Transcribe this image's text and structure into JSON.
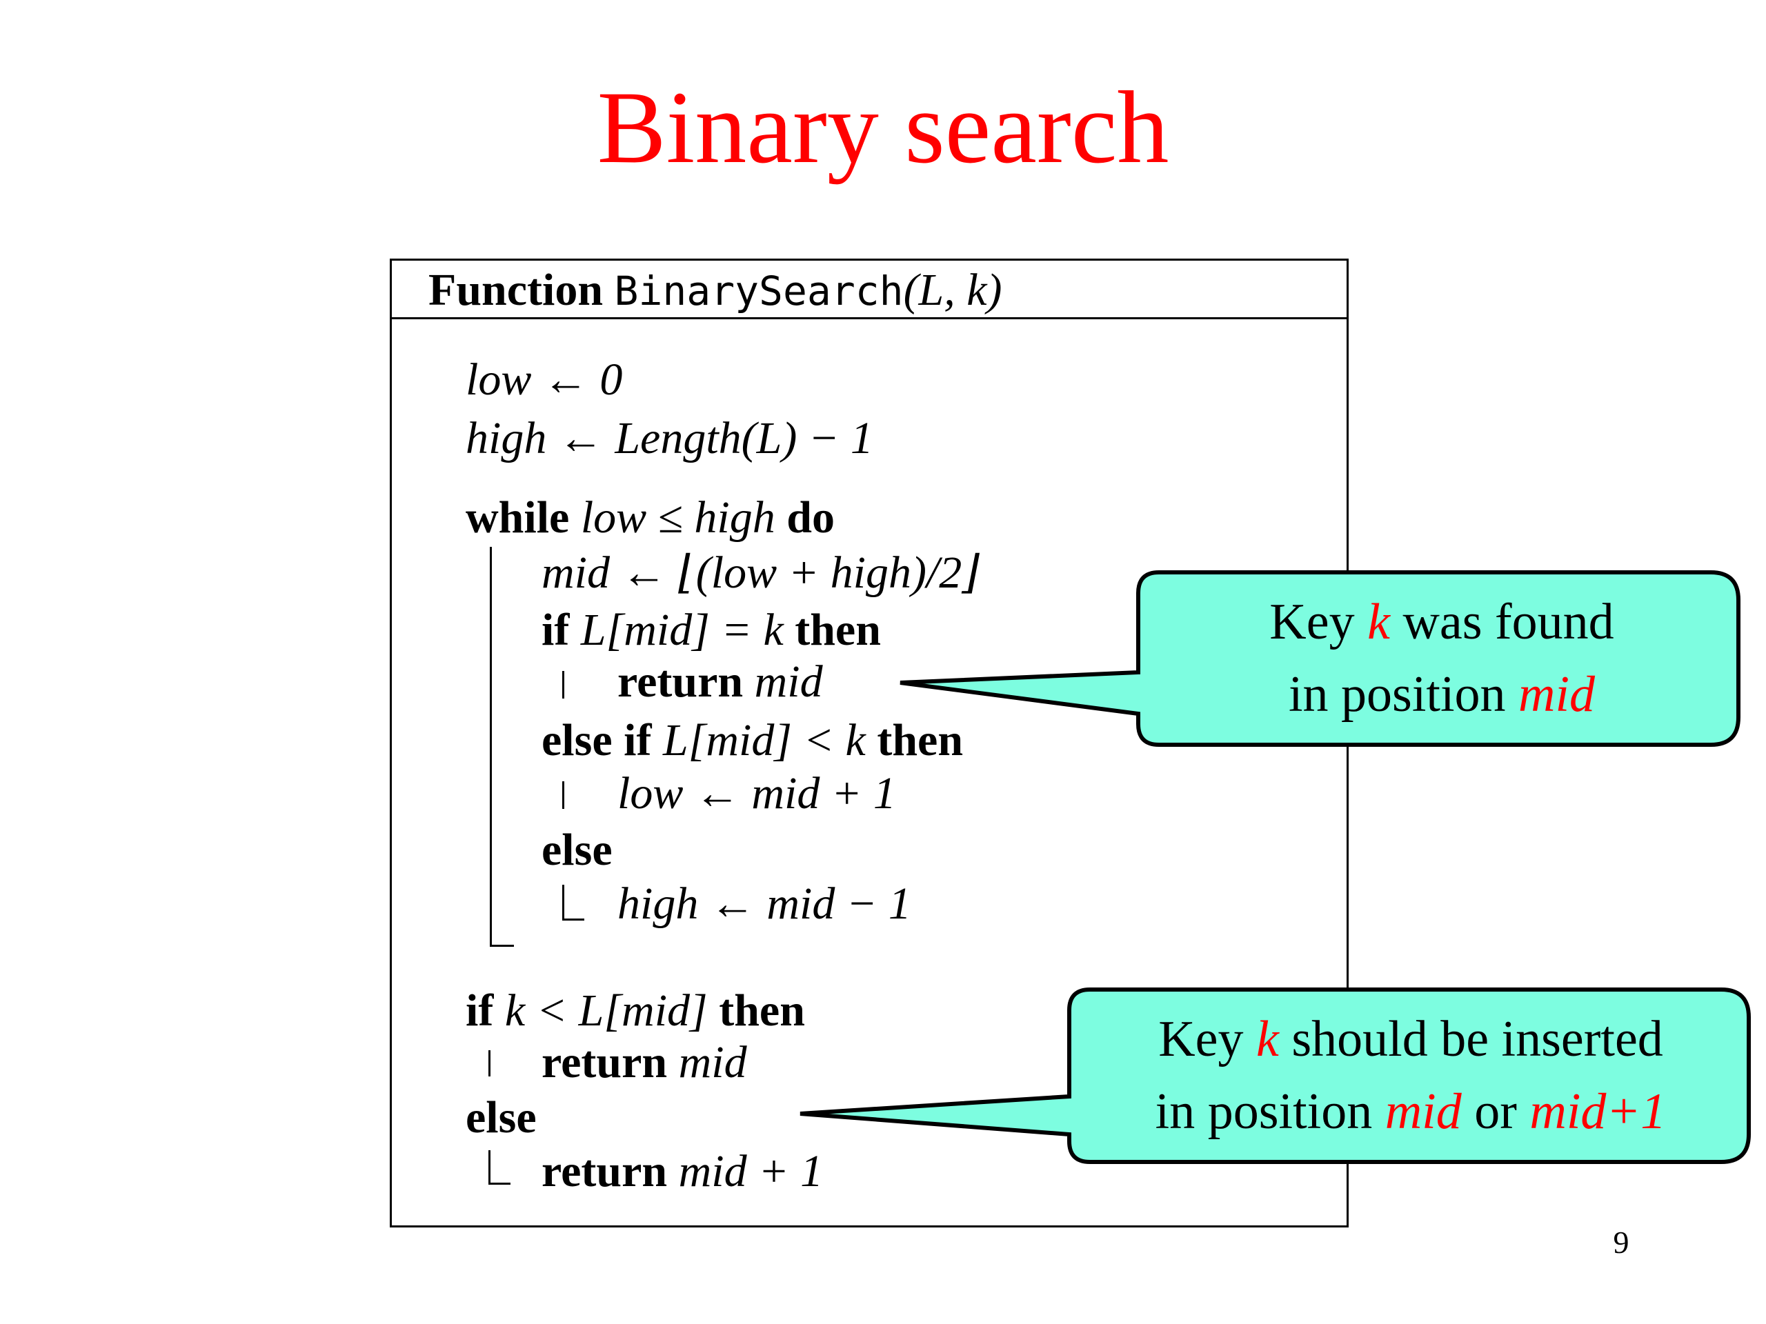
{
  "title": "Binary search",
  "algorithm": {
    "keyword_function": "Function",
    "function_name": "BinarySearch",
    "params": "(L, k)",
    "lines": [
      {
        "kw": "",
        "text": "low ← 0"
      },
      {
        "kw": "",
        "text": "high ← Length(L) − 1"
      },
      {
        "kw": "while",
        "text": "low ≤ high",
        "kw2": "do"
      },
      {
        "kw": "",
        "text": "mid ← ⌊(low + high)/2⌋"
      },
      {
        "kw": "if",
        "text": "L[mid] = k",
        "kw2": "then"
      },
      {
        "kw": "return",
        "text": "mid"
      },
      {
        "kw": "else if",
        "text": "L[mid] < k",
        "kw2": "then"
      },
      {
        "kw": "",
        "text": "low ← mid + 1"
      },
      {
        "kw": "else",
        "text": ""
      },
      {
        "kw": "",
        "text": "high ← mid − 1"
      },
      {
        "kw": "if",
        "text": "k < L[mid]",
        "kw2": "then"
      },
      {
        "kw": "return",
        "text": "mid"
      },
      {
        "kw": "else",
        "text": ""
      },
      {
        "kw": "return",
        "text": "mid + 1"
      }
    ]
  },
  "callouts": [
    {
      "line1_a": "Key ",
      "line1_red": "k",
      "line1_b": " was found",
      "line2_a": "in position ",
      "line2_red": "mid",
      "line2_b": "",
      "line2_red2": ""
    },
    {
      "line1_a": "Key ",
      "line1_red": "k",
      "line1_b": " should be inserted",
      "line2_a": "in position ",
      "line2_red": "mid",
      "line2_b": " or ",
      "line2_red2": "mid+1"
    }
  ],
  "colors": {
    "accent": "#ff0000",
    "callout_fill": "#7dfde0"
  },
  "page_number": "9"
}
